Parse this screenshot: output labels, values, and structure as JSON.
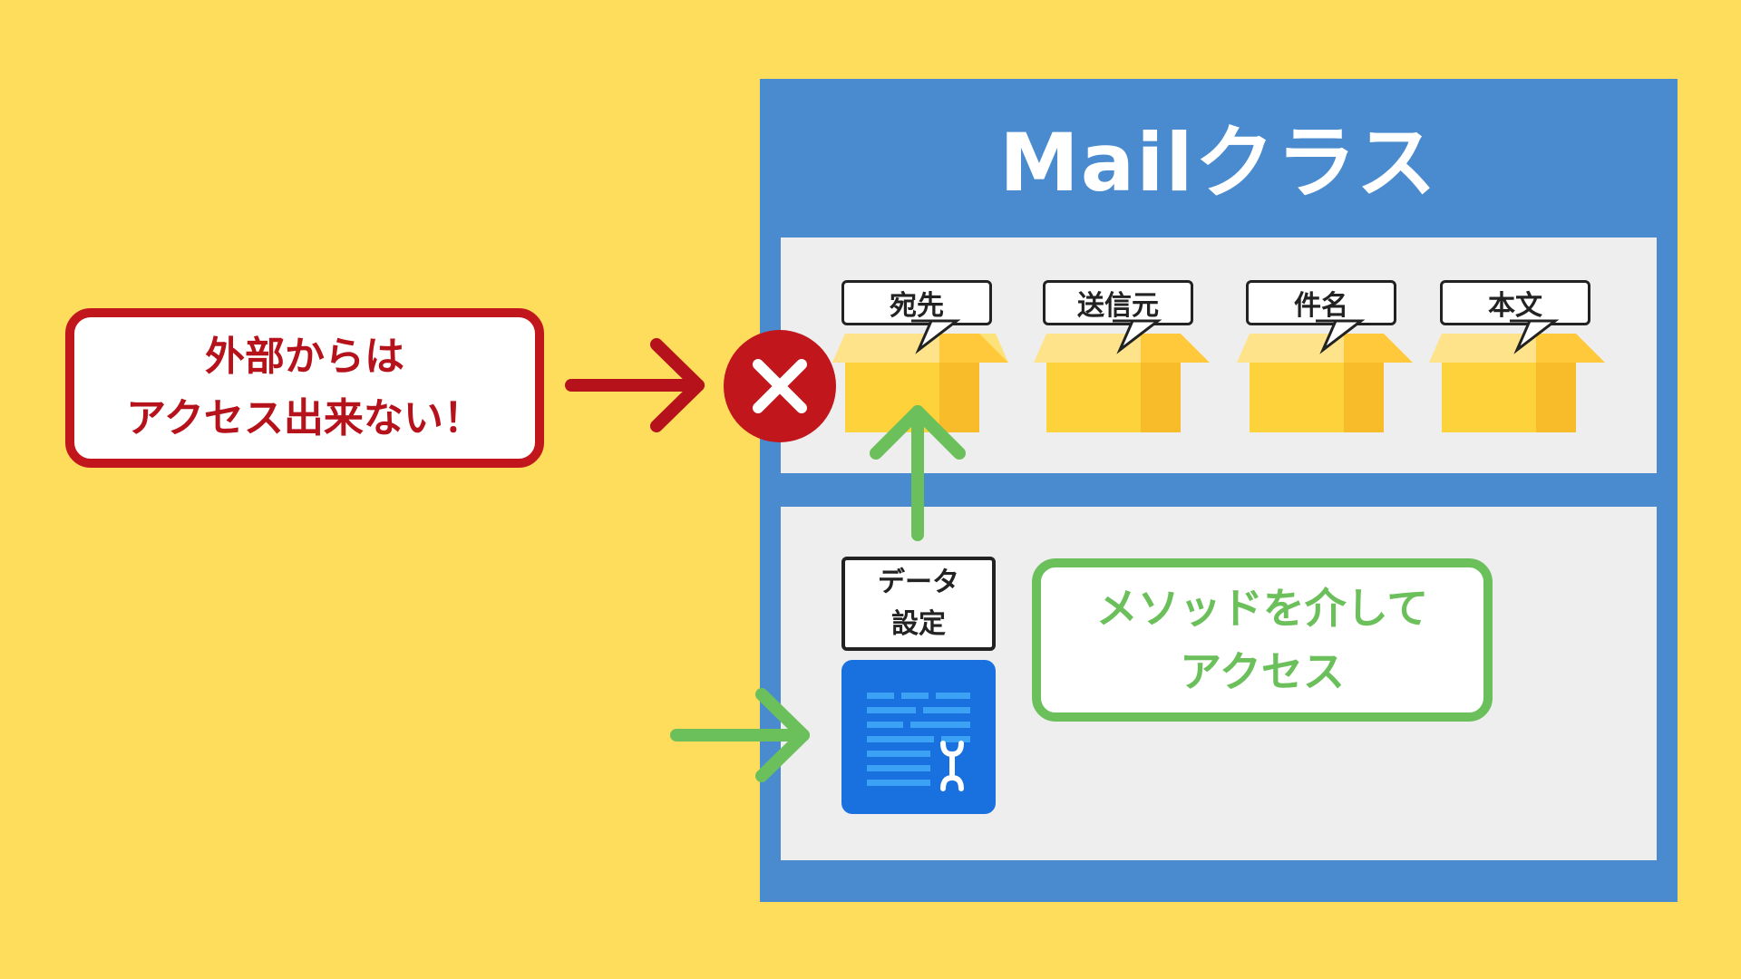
{
  "class_title": "Mailクラス",
  "fields": [
    {
      "label": "宛先"
    },
    {
      "label": "送信元"
    },
    {
      "label": "件名"
    },
    {
      "label": "本文"
    }
  ],
  "warning": {
    "line1": "外部からは",
    "line2": "アクセス出来ない！"
  },
  "method_label": {
    "line1": "データ",
    "line2": "設定"
  },
  "note": {
    "line1": "メソッドを介して",
    "line2": "アクセス"
  },
  "colors": {
    "background": "#fedd5c",
    "class_frame": "#4a8bcf",
    "panel": "#eeeeee",
    "warning_red": "#c0161c",
    "access_green": "#6cc05c",
    "method_icon_blue": "#1971e0",
    "box_yellow": "#fdd23a"
  },
  "icons": {
    "blocked": "x-circle-icon",
    "field_box": "cardboard-box-icon",
    "method": "document-wrench-icon"
  }
}
